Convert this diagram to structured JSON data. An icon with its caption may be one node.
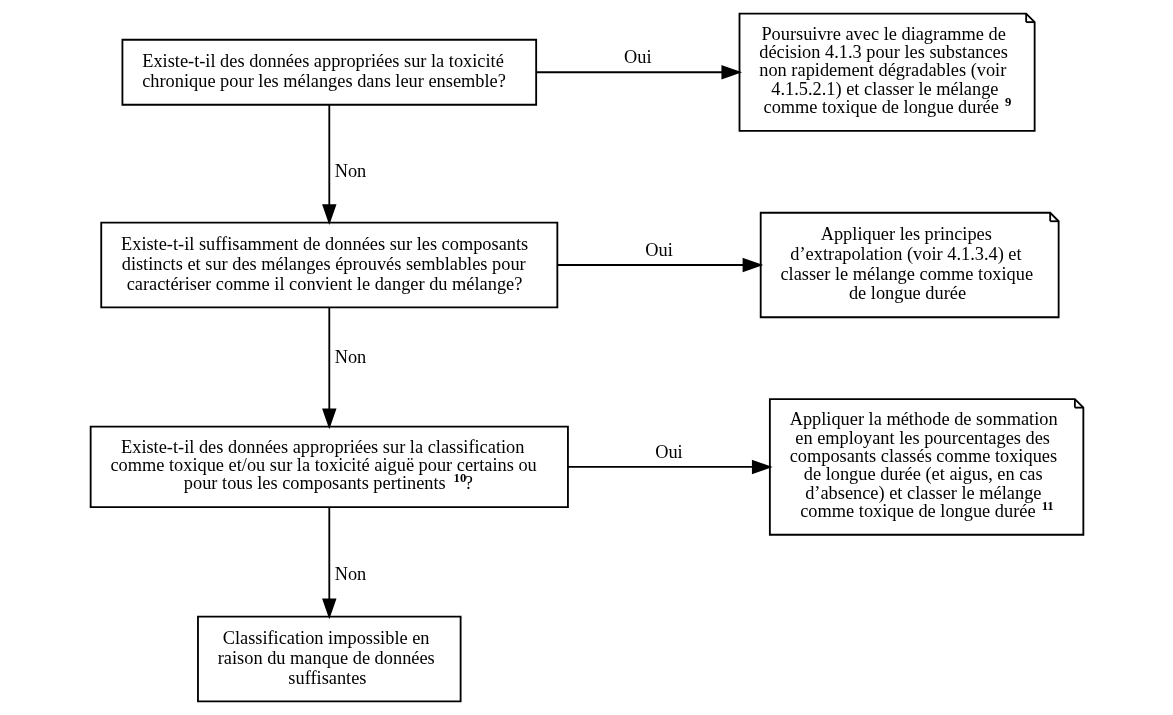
{
  "diagram": {
    "nodes": [
      {
        "text": [
          "Existe-t-il des données appropriées sur la toxicité chronique pour les mélanges dans leur ensemble?"
        ]
      },
      {
        "text": [
          "Poursuivre avec le diagramme de décision 4.1.3 pour les substances non rapidement dégradables (voir 4.1.5.2.1) et classer le mélange comme toxique de longue durée$^{9}$"
        ]
      },
      {
        "text": [
          "Existe-t-il suffisamment de données sur les composants distincts et sur des mélanges éprouvés semblables pour caractériser comme il convient le danger du mélange?"
        ]
      },
      {
        "text": [
          "Appliquer les principes d’extrapolation (voir 4.1.3.4) et classer le mélange comme toxique de longue durée"
        ]
      },
      {
        "text": [
          "Existe-t-il des données appropriées sur la classification comme toxique et/ou sur la toxicité aiguë pour certains ou pour tous les composants pertinents$^{10}$?"
        ]
      },
      {
        "text": [
          "Appliquer la méthode de sommation en employant les pourcentages des composants classés comme toxiques de longue durée (et aigus, en cas d’absence) et classer le mélange comme toxique de longue durée$^{11}$"
        ]
      },
      {
        "text": [
          "Classification impossible en raison du manque de données suffisantes"
        ]
      }
    ],
    "edges": [
      {
        "from": 0,
        "to": 1,
        "arrow": "to",
        "label": "Oui"
      },
      {
        "from": 0,
        "to": 2,
        "arrow": "to",
        "label": "Non"
      },
      {
        "from": 2,
        "to": 3,
        "arrow": "to",
        "label": "Oui"
      },
      {
        "from": 2,
        "to": 4,
        "arrow": "to",
        "label": "Non"
      },
      {
        "from": 4,
        "to": 5,
        "arrow": "to",
        "label": "Oui"
      },
      {
        "from": 4,
        "to": 6,
        "arrow": "to",
        "label": "Non"
      }
    ]
  }
}
